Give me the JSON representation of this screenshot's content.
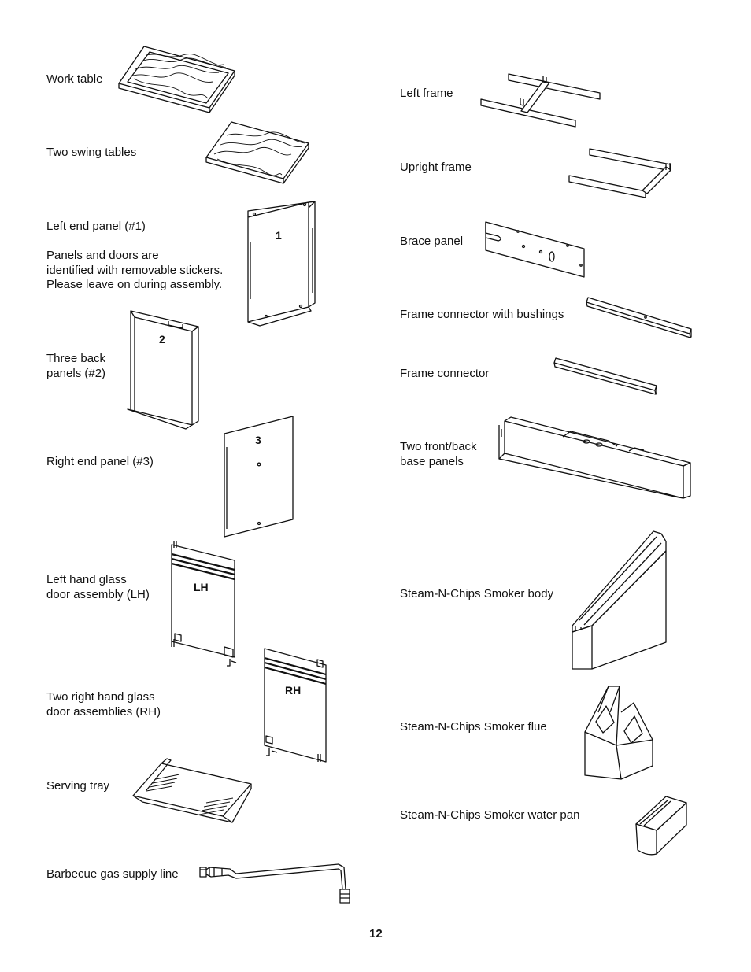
{
  "page_number": "12",
  "left_column": [
    {
      "label": "Work table"
    },
    {
      "label": "Two swing tables"
    },
    {
      "label": "Left end panel (#1)"
    },
    {
      "label": "Panels and doors are\nidentified with removable stickers.\nPlease leave on during assembly."
    },
    {
      "label": "Three back\npanels (#2)"
    },
    {
      "label": "Right end panel (#3)"
    },
    {
      "label": "Left hand glass\ndoor assembly (LH)"
    },
    {
      "label": "Two right hand glass\ndoor assemblies (RH)"
    },
    {
      "label": "Serving tray"
    },
    {
      "label": "Barbecue gas supply line"
    }
  ],
  "right_column": [
    {
      "label": "Left frame"
    },
    {
      "label": "Upright frame"
    },
    {
      "label": "Brace panel"
    },
    {
      "label": "Frame connector with bushings"
    },
    {
      "label": "Frame connector"
    },
    {
      "label": "Two front/back\nbase panels"
    },
    {
      "label": "Steam-N-Chips Smoker body"
    },
    {
      "label": "Steam-N-Chips Smoker flue"
    },
    {
      "label": "Steam-N-Chips Smoker water pan"
    }
  ],
  "part_markings": {
    "left_end_panel": "1",
    "back_panel": "2",
    "right_end_panel": "3",
    "left_door": "LH",
    "right_door": "RH"
  }
}
